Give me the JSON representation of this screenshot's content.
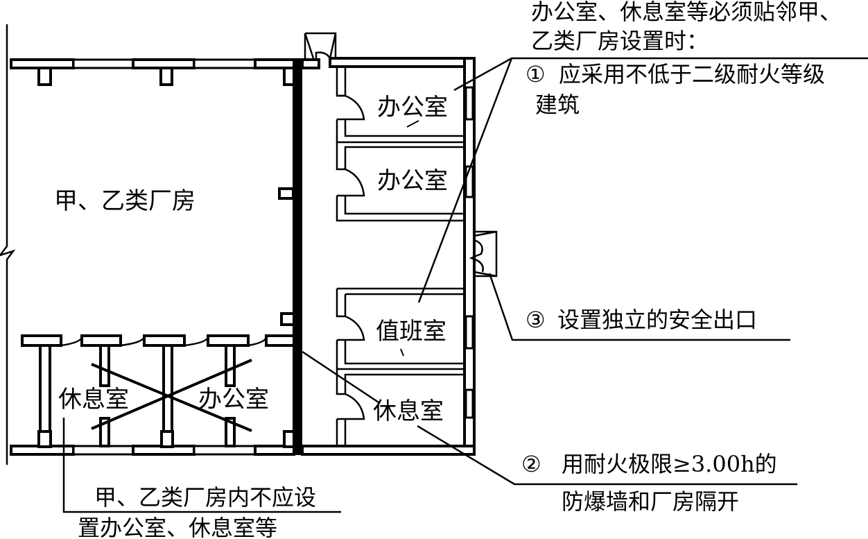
{
  "diagram": {
    "factory_label": "甲、乙类厂房",
    "annex_rooms": [
      {
        "id": "office-1",
        "label": "办公室"
      },
      {
        "id": "office-2",
        "label": "办公室"
      },
      {
        "id": "duty-room",
        "label": "值班室"
      },
      {
        "id": "rest-room",
        "label": "休息室"
      }
    ],
    "prohibited_rooms": [
      {
        "id": "rest-room-prohibited",
        "label": "休息室"
      },
      {
        "id": "office-prohibited",
        "label": "办公室"
      }
    ],
    "notes": {
      "header": {
        "line1": "办公室、休息室等必须贴邻甲、",
        "line2": "乙类厂房设置时："
      },
      "note1": {
        "number": "①",
        "line1": "应采用不低于二级耐火等级",
        "line2": "建筑"
      },
      "note2": {
        "number": "②",
        "line1": "用耐火极限≥3.00h的",
        "line2": "防爆墙和厂房隔开"
      },
      "note3": {
        "number": "③",
        "line1": "设置独立的安全出口"
      },
      "bottom": {
        "line1": "甲、乙类厂房内不应设",
        "line2": "置办公室、休息室等"
      }
    }
  }
}
